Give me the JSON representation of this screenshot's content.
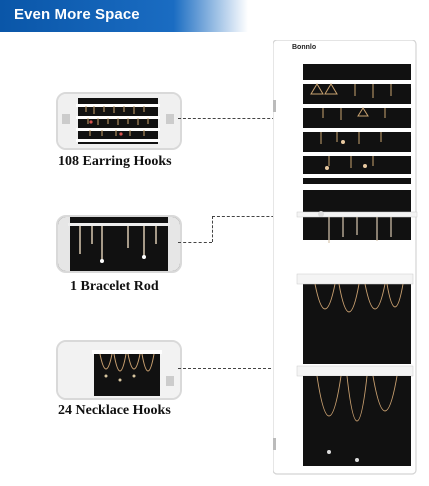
{
  "banner": {
    "title": "Even More Space",
    "color": "#0a56a8"
  },
  "brand": {
    "name": "Bonnlo"
  },
  "callouts": [
    {
      "label": "108 Earring Hooks"
    },
    {
      "label": "1 Bracelet Rod"
    },
    {
      "label": "24 Necklace Hooks"
    }
  ],
  "colors": {
    "cabinet_white": "#ffffff",
    "velvet_black": "#111111",
    "outline_gray": "#d9d9d9"
  }
}
